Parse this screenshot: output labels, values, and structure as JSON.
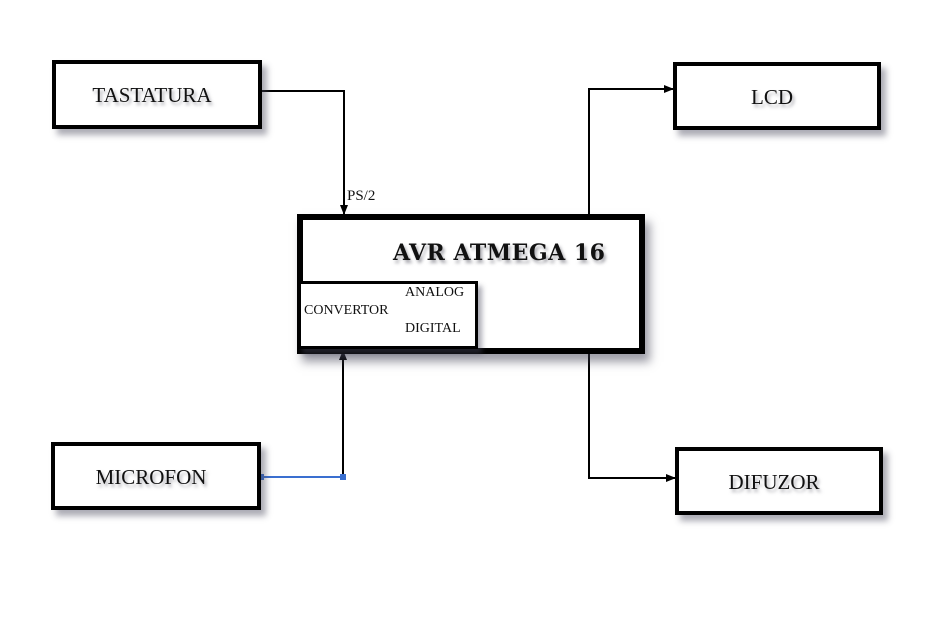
{
  "blocks": {
    "keyboard": "TASTATURA",
    "microphone": "MICROFON",
    "mcu": "AVR ATMEGA 16",
    "lcd": "LCD",
    "buzzer": "DIFUZOR"
  },
  "adc": {
    "left": "CONVERTOR",
    "top_right": "ANALOG",
    "bottom_right": "DIGITAL"
  },
  "connection_labels": {
    "keyboard_link": "PS/2"
  },
  "colors": {
    "wire": "#000000",
    "microphone_wire": "#3a6fd0"
  }
}
